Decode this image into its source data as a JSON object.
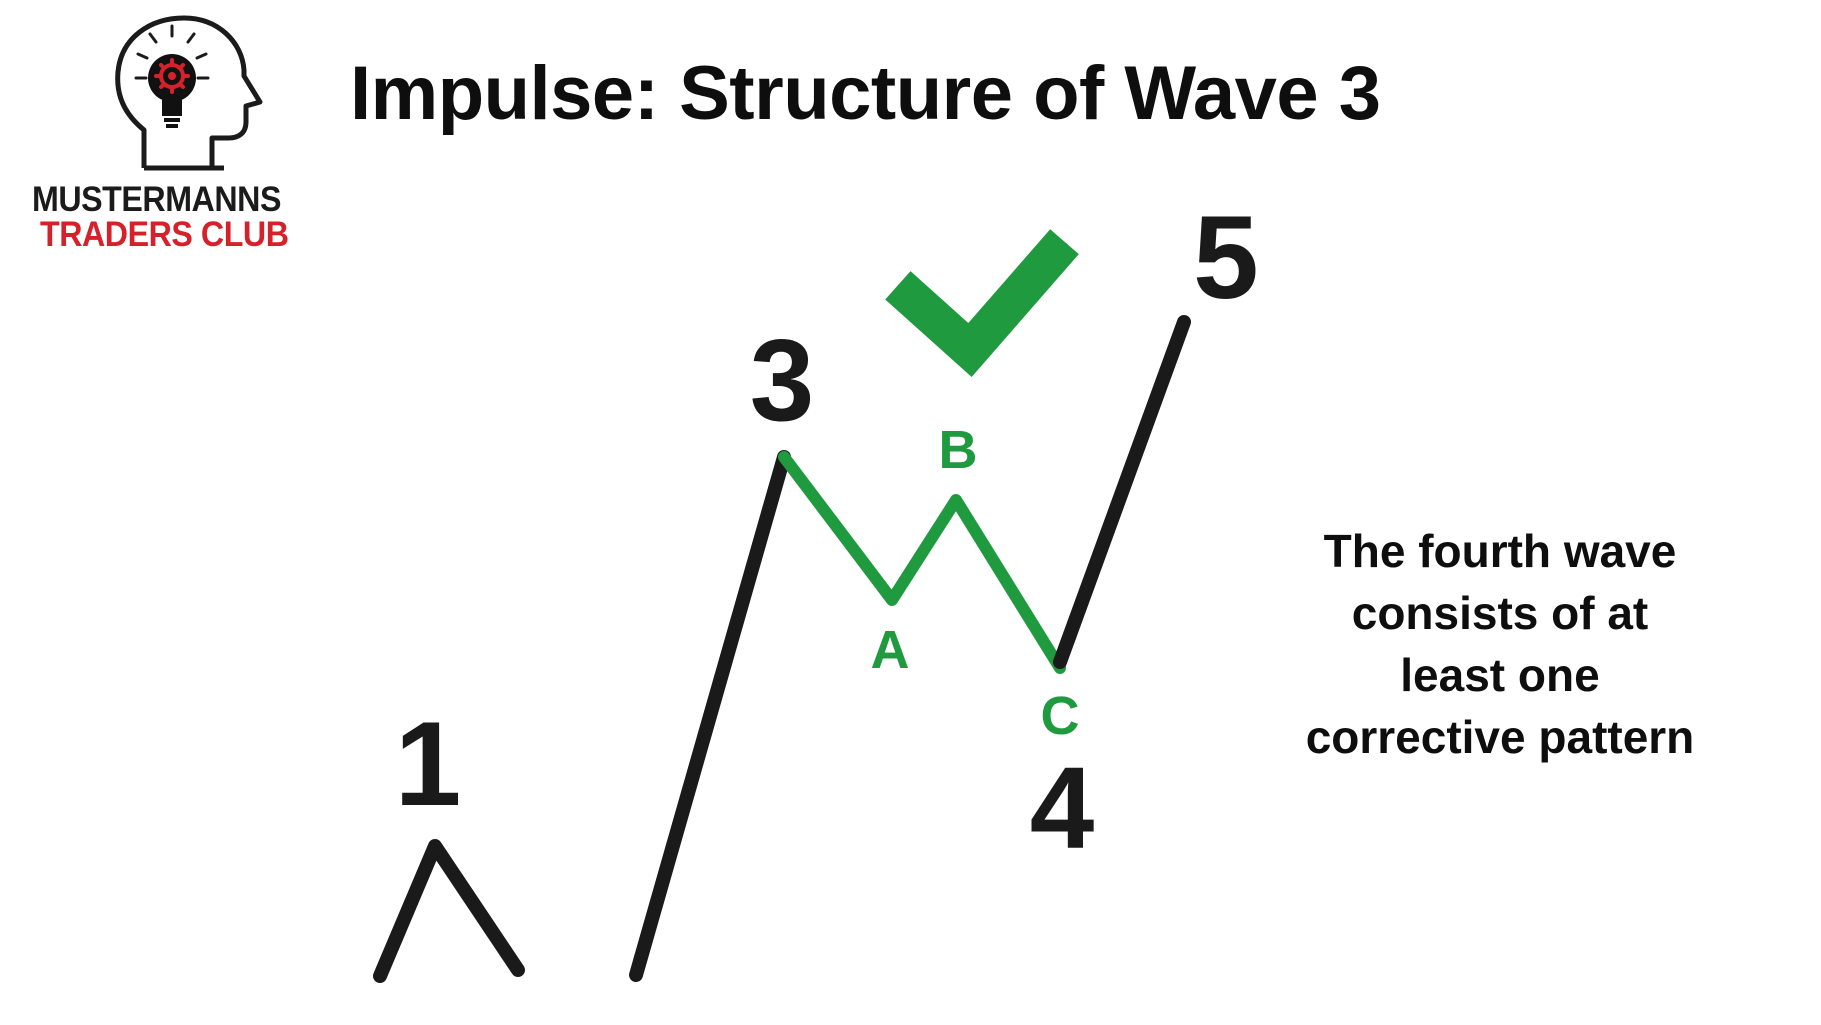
{
  "logo": {
    "line1": "MUSTERMANNS",
    "line2": "TRADERS CLUB",
    "icon": "head-lightbulb-gear-icon",
    "colors": {
      "line1": "#1b1b1b",
      "line2": "#d6212b"
    }
  },
  "title": "Impulse: Structure of Wave 3",
  "wave_labels": {
    "w1": "1",
    "w3": "3",
    "w4": "4",
    "w5": "5",
    "a": "A",
    "b": "B",
    "c": "C"
  },
  "check_icon": "checkmark-icon",
  "description": {
    "lines": [
      "The fourth wave",
      "consists of at",
      "least one",
      "corrective pattern"
    ]
  },
  "colors": {
    "impulse_line": "#1a1a1a",
    "corrective_line": "#1f9a3f",
    "check": "#1f9a3f",
    "text": "#0e0e0e"
  }
}
